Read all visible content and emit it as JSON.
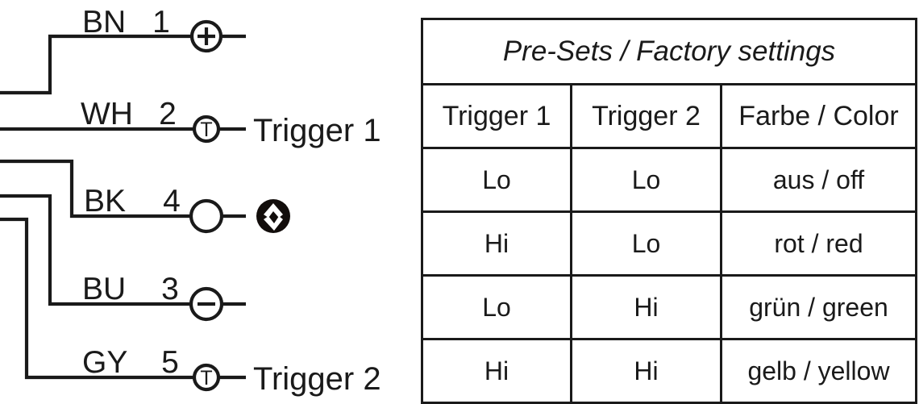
{
  "diagram": {
    "title": "connector-pin-wiring",
    "wires": [
      {
        "code": "BN",
        "pin": "1",
        "symbol": "plus-circle",
        "terminal": ""
      },
      {
        "code": "WH",
        "pin": "2",
        "symbol": "trigger-circle",
        "terminal": "Trigger 1"
      },
      {
        "code": "BK",
        "pin": "4",
        "symbol": "empty-circle",
        "terminal": "ac-signal-icon"
      },
      {
        "code": "BU",
        "pin": "3",
        "symbol": "minus-circle",
        "terminal": ""
      },
      {
        "code": "GY",
        "pin": "5",
        "symbol": "trigger-circle",
        "terminal": "Trigger 2"
      }
    ],
    "symbol_glyphs": {
      "plus": "+",
      "minus": "–",
      "trigger": "T"
    },
    "colors": {
      "line": "#1a1a1a",
      "ac_disc": "#120d0b",
      "ac_bolt": "#ffffff"
    }
  },
  "table": {
    "caption": "Pre-Sets / Factory settings",
    "columns": [
      "Trigger 1",
      "Trigger 2",
      "Farbe / Color"
    ],
    "rows": [
      [
        "Lo",
        "Lo",
        "aus / off"
      ],
      [
        "Hi",
        "Lo",
        "rot / red"
      ],
      [
        "Lo",
        "Hi",
        "grün / green"
      ],
      [
        "Hi",
        "Hi",
        "gelb / yellow"
      ]
    ]
  }
}
